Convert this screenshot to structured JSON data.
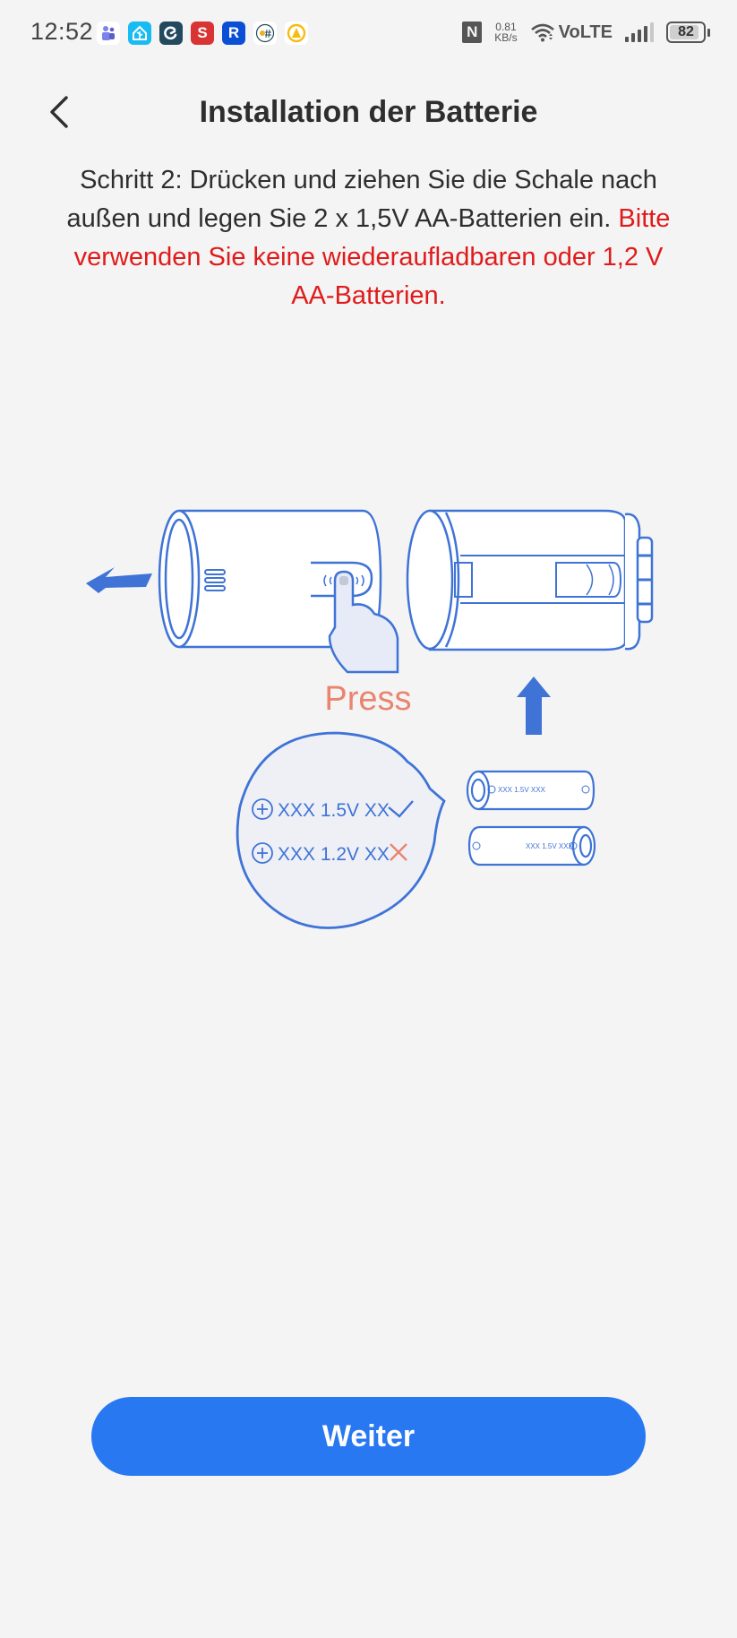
{
  "status_bar": {
    "time": "12:52",
    "app_icons": [
      {
        "name": "teams-icon",
        "glyph": "⚉",
        "bg": "#ffffff",
        "fg": "#5b5fc7"
      },
      {
        "name": "home-assistant-icon",
        "glyph": "⌂",
        "bg": "#18bcf2",
        "fg": "#ffffff"
      },
      {
        "name": "c-app-icon",
        "glyph": "C",
        "bg": "#23495f",
        "fg": "#ffffff"
      },
      {
        "name": "s-app-icon",
        "glyph": "S",
        "bg": "#d93434",
        "fg": "#ffffff"
      },
      {
        "name": "r-app-icon",
        "glyph": "R",
        "bg": "#0b4fd6",
        "fg": "#ffffff"
      },
      {
        "name": "weather-icon",
        "glyph": "☀",
        "bg": "#ffffff",
        "fg": "#f2b01e"
      },
      {
        "name": "a-app-icon",
        "glyph": "A",
        "bg": "#ffffff",
        "fg": "#f5bd11"
      }
    ],
    "nfc_label": "N",
    "net_speed_value": "0.81",
    "net_speed_unit": "KB/s",
    "volte_label": "VoLTE",
    "wifi_icon": "wifi-6-icon",
    "battery_level": "82"
  },
  "header": {
    "back_icon": "chevron-left-icon",
    "title": "Installation der Batterie"
  },
  "instruction": {
    "normal_text": "Schritt 2: Drücken und ziehen Sie die Schale nach außen und legen Sie 2 x 1,5V AA-Batterien ein.",
    "warning_text": "Bitte verwenden Sie keine wiederaufladbaren oder 1,2 V AA-Batterien."
  },
  "illustration": {
    "press_label": "Press",
    "correct_battery_label": "XXX 1.5V XX",
    "wrong_battery_label": "XXX 1.2V XX",
    "battery_top_label": "XXX 1.5V  XXX",
    "battery_bottom_label": "XXX 1.5V XXX"
  },
  "footer": {
    "next_label": "Weiter"
  },
  "colors": {
    "accent": "#2878f2",
    "warning": "#e01b1b",
    "illustration_blue": "#3f73d6",
    "press_salmon": "#e9856f",
    "background": "#f4f4f4"
  }
}
